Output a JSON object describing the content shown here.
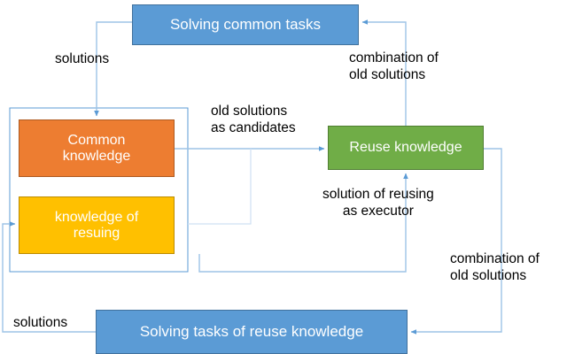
{
  "diagram": {
    "title": "Knowledge reuse flow diagram",
    "colors": {
      "blue": "#5B9BD5",
      "orange": "#ED7D31",
      "yellow": "#FFC000",
      "green": "#70AD47",
      "connector": "#9DC3E6",
      "group_border": "#5B9BD5",
      "text_on_fill": "#FFFFFF",
      "label_text": "#000000"
    },
    "nodes": [
      {
        "id": "solving-common-tasks",
        "label": "Solving common tasks",
        "color": "#5B9BD5"
      },
      {
        "id": "common-knowledge",
        "label": "Common\nknowledge",
        "color": "#ED7D31"
      },
      {
        "id": "knowledge-of-resuing",
        "label": "knowledge of\nresuing",
        "color": "#FFC000"
      },
      {
        "id": "reuse-knowledge",
        "label": "Reuse knowledge",
        "color": "#70AD47"
      },
      {
        "id": "solving-tasks-of-reuse-knowledge",
        "label": "Solving tasks of reuse knowledge",
        "color": "#5B9BD5"
      }
    ],
    "edge_labels": [
      {
        "id": "solutions-top",
        "text": "solutions"
      },
      {
        "id": "combination-of-old-solutions-top",
        "text": "combination of\nold solutions"
      },
      {
        "id": "old-solutions-as-candidates",
        "text": "old solutions\nas candidates"
      },
      {
        "id": "solution-of-reusing-as-executor",
        "text": "solution of reusing\nas executor"
      },
      {
        "id": "combination-of-old-solutions-bottom",
        "text": "combination of\nold solutions"
      },
      {
        "id": "solutions-bottom",
        "text": "solutions"
      }
    ]
  }
}
